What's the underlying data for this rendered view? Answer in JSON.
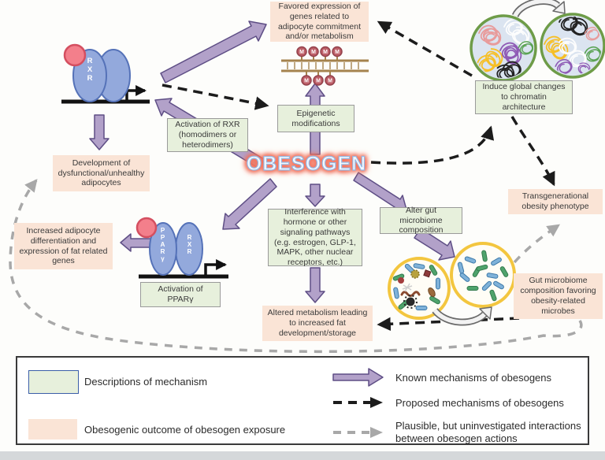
{
  "title": "OBESOGEN",
  "mechanism_boxes": {
    "epigenetic": "Epigenetic modifications",
    "activation_rxr": "Activation of RXR (homodimers or heterodimers)",
    "interference": "Interference with hormone or other signaling pathways (e.g. estrogen, GLP-1, MAPK, other nuclear receptors, etc.)",
    "alter_gut": "Alter gut microbiome composition",
    "activation_ppar": "Activation of PPARγ",
    "induce_global": "Induce global changes to chromatin architecture"
  },
  "outcome_boxes": {
    "favored_expression": "Favored expression of genes related to adipocyte commitment and/or metabolism",
    "development": "Development of dysfunctional/unhealthy adipocytes",
    "increased_adipocyte": "Increased adipocyte differentiation and expression of fat related genes",
    "altered_metabolism": "Altered metabolism leading to increased fat development/storage",
    "transgenerational": "Transgenerational obesity phenotype",
    "gut_microbiome": "Gut microbiome composition favoring obesity-related microbes"
  },
  "illustrations": {
    "rxr_dimer_label": "RXR",
    "ppar_label": "PPARγ",
    "ppar_partner_label": "RXR",
    "methyl_mark": "M"
  },
  "legend": {
    "descriptions": "Descriptions of mechanism",
    "outcome": "Obesogenic outcome of obesogen exposure",
    "known": "Known mechanisms of obesogens",
    "proposed": "Proposed mechanisms of obesogens",
    "plausible": "Plausible, but uninvestigated interactions between obesogen actions"
  },
  "colors": {
    "mechanism_fill": "#e7f0dc",
    "outcome_fill": "#fae4d6",
    "known_arrow": "#b2a1c9",
    "proposed_arrow": "#1c1c1c",
    "plausible_arrow": "#a8a8a8"
  }
}
